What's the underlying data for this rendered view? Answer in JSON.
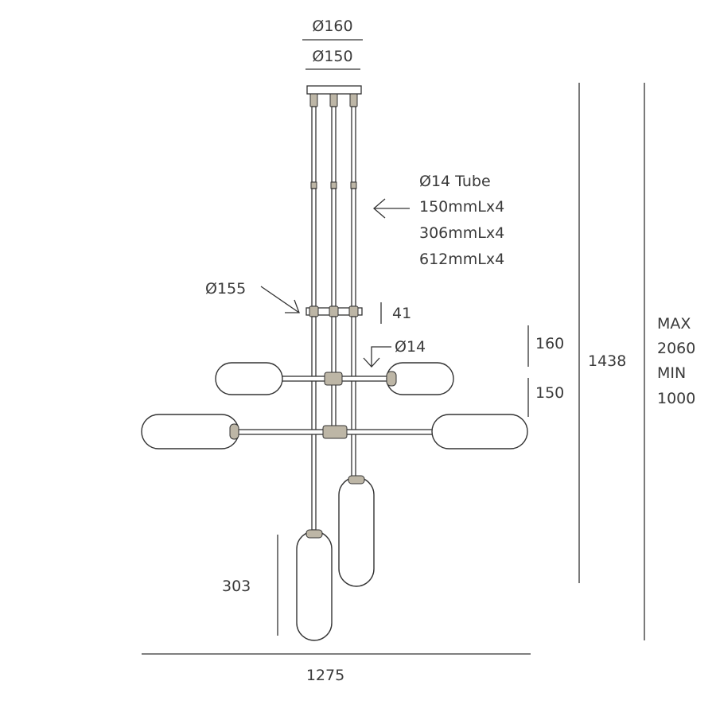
{
  "labels": {
    "canopy_outer": "Ø160",
    "canopy_inner": "Ø150",
    "tube_spec_title": "Ø14 Tube",
    "tube_spec_1": "150mmLx4",
    "tube_spec_2": "306mmLx4",
    "tube_spec_3": "612mmLx4",
    "hub_diameter": "Ø155",
    "hub_height": "41",
    "arm_diameter": "Ø14",
    "upper_shade_height": "160",
    "lower_shade_height": "150",
    "shade_length": "303",
    "overall_height": "1438",
    "max_label": "MAX",
    "max_value": "2060",
    "min_label": "MIN",
    "min_value": "1000",
    "overall_width": "1275"
  },
  "colors": {
    "line": "#333333",
    "text": "#3a3a3a",
    "metal_fitting": "#bdb6a6",
    "background": "#ffffff"
  }
}
